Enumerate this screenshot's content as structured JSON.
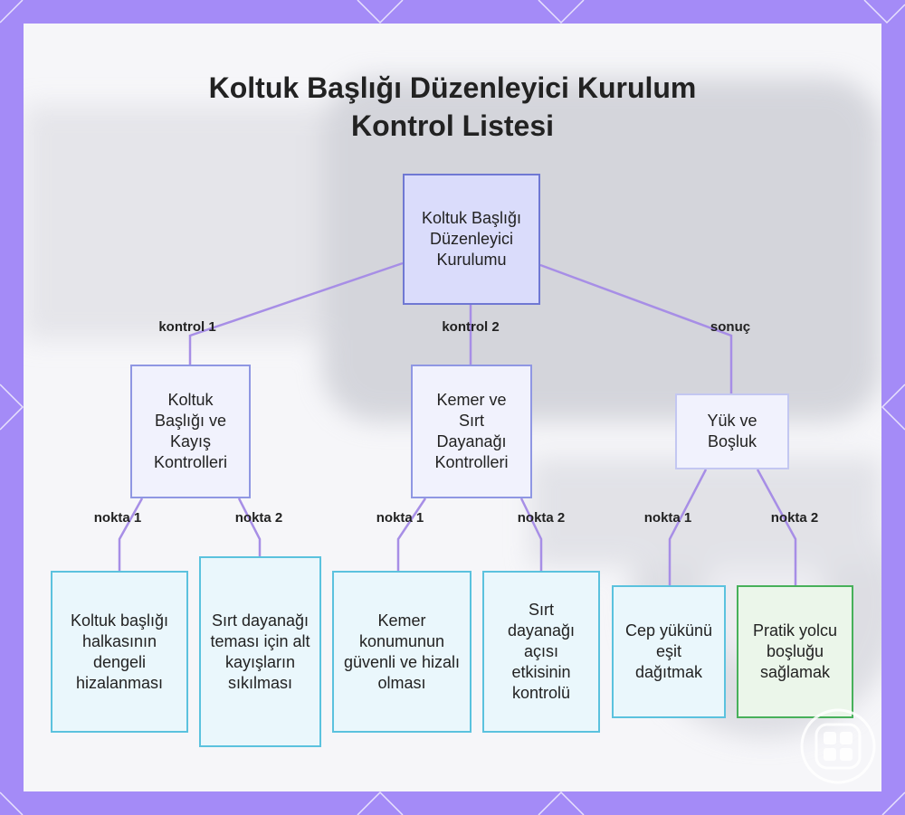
{
  "title": {
    "line1": "Koltuk Başlığı Düzenleyici Kurulum",
    "line2": "Kontrol Listesi"
  },
  "nodes": {
    "root": "Koltuk Başlığı Düzenleyici Kurulumu",
    "headrest": "Koltuk Başlığı ve Kayış Kontrolleri",
    "belt": "Kemer ve Sırt Dayanağı Kontrolleri",
    "load": "Yük ve Boşluk",
    "leaf_balance": "Koltuk başlığı halkasının dengeli hizalanması",
    "leaf_straps": "Sırt dayanağı teması için alt kayışların sıkılması",
    "leaf_belt": "Kemer konumunun güvenli ve hizalı olması",
    "leaf_angle": "Sırt dayanağı açısı etkisinin kontrolü",
    "leaf_pocket": "Cep yükünü eşit dağıtmak",
    "leaf_space": "Pratik yolcu boşluğu sağlamak"
  },
  "edges": {
    "kontrol1": "kontrol 1",
    "kontrol2": "kontrol 2",
    "sonuc": "sonuç",
    "h_nokta1": "nokta 1",
    "h_nokta2": "nokta 2",
    "b_nokta1": "nokta 1",
    "b_nokta2": "nokta 2",
    "l_nokta1": "nokta 1",
    "l_nokta2": "nokta 2"
  },
  "colors": {
    "frame": "#a48bf7",
    "edge": "#a78ee6",
    "root_fill": "#dadcfb",
    "root_border": "#6f78d3",
    "leaf_border": "#5bc2de",
    "leaf_green_border": "#47b05a"
  }
}
